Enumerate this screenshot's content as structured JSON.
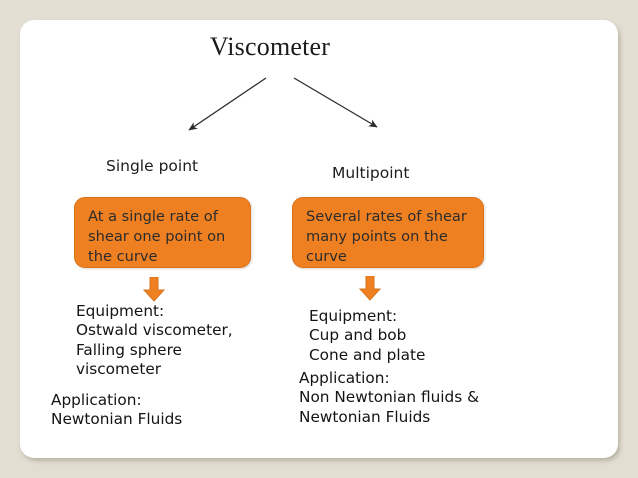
{
  "slide": {
    "title": "Viscometer",
    "background_color": "#e3ded2",
    "card_color": "#ffffff",
    "accent_color": "#ef8022"
  },
  "branches": {
    "left": {
      "label": "Single point",
      "box_lines": [
        "At a single rate of",
        "shear one point on",
        "the curve"
      ],
      "equipment_lines": [
        "Equipment:",
        "Ostwald viscometer,",
        "Falling sphere",
        "viscometer"
      ],
      "application_lines": [
        "Application:",
        "Newtonian Fluids"
      ]
    },
    "right": {
      "label": "Multipoint",
      "box_lines": [
        "Several rates of shear",
        "many points on the",
        "curve"
      ],
      "equipment_lines": [
        "Equipment:",
        "Cup and bob",
        "Cone and plate"
      ],
      "application_lines": [
        "Application:",
        "Non Newtonian fluids &",
        "Newtonian Fluids"
      ]
    }
  },
  "connectors": {
    "left_arrow": "diagonal-arrow-down-left",
    "right_arrow": "diagonal-arrow-down-right",
    "left_block_arrow": "arrow-down",
    "right_block_arrow": "arrow-down"
  }
}
